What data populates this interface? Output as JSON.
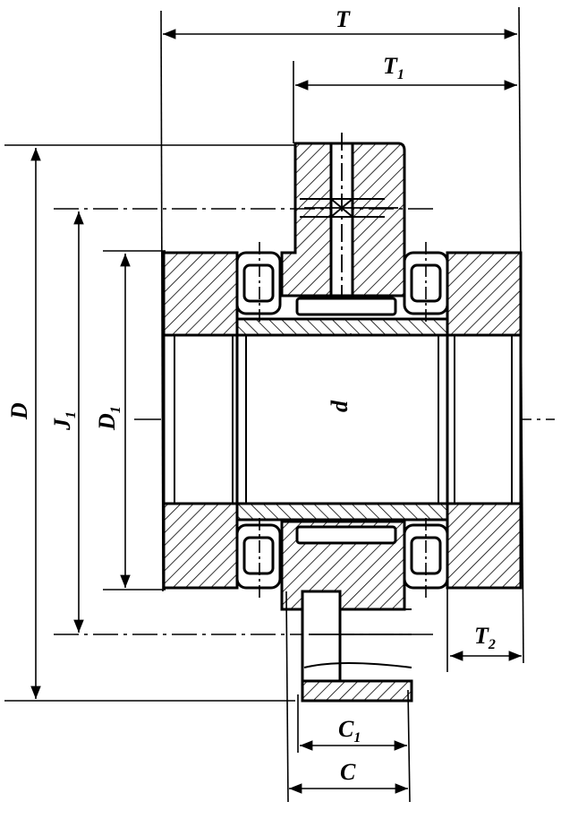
{
  "drawing": {
    "line_color": "#000000",
    "background_color": "#ffffff",
    "dimensions": {
      "T": "T",
      "T1": {
        "main": "T",
        "sub": "1"
      },
      "T2": {
        "main": "T",
        "sub": "2"
      },
      "D": "D",
      "J1": {
        "main": "J",
        "sub": "1"
      },
      "D1": {
        "main": "D",
        "sub": "1"
      },
      "d": "d",
      "C1": {
        "main": "C",
        "sub": "1"
      },
      "C": "C"
    }
  }
}
